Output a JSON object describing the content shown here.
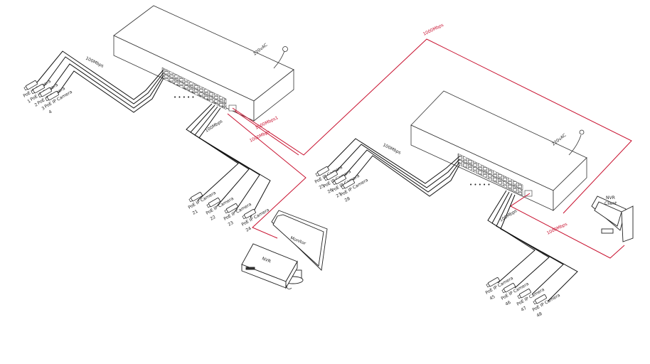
{
  "switch_left": {
    "power_label": "220vAC"
  },
  "switch_right": {
    "power_label": "220vAC"
  },
  "links": {
    "cascade_label": "1000Mbps1",
    "uplink_nvr_label": "1000Mbps",
    "uplink_top_label": "1000Mbps",
    "uplink_client_label": "1000Mbps",
    "camera_speed_a": "100Mbps",
    "camera_speed_b": "100Mbps",
    "camera_speed_c": "100Mbps",
    "camera_speed_d": "100Mbps"
  },
  "devices": {
    "monitor_label": "Monitor",
    "nvr_label": "NVR",
    "client_label_1": "NVR",
    "client_label_2": "Client"
  },
  "cameras": {
    "group1": [
      {
        "name": "PoE IP Camera",
        "num": "1"
      },
      {
        "name": "PoE IP Camera",
        "num": "2"
      },
      {
        "name": "PoE IP Camera",
        "num": "3"
      },
      {
        "name": "PoE IP Camera",
        "num": "4"
      }
    ],
    "group2": [
      {
        "name": "PoE IP Camera",
        "num": "21"
      },
      {
        "name": "PoE IP Camera",
        "num": "22"
      },
      {
        "name": "PoE IP Camera",
        "num": "23"
      },
      {
        "name": "PoE IP Camera",
        "num": "24"
      }
    ],
    "group3": [
      {
        "name": "PoE IP Camera",
        "num": "25"
      },
      {
        "name": "PoE IP Camera",
        "num": "26"
      },
      {
        "name": "PoE IP Camera",
        "num": "27"
      },
      {
        "name": "PoE IP Camera",
        "num": "28"
      }
    ],
    "group4": [
      {
        "name": "PoE IP Camera",
        "num": "45"
      },
      {
        "name": "PoE IP Camera",
        "num": "46"
      },
      {
        "name": "PoE IP Camera",
        "num": "47"
      },
      {
        "name": "PoE IP Camera",
        "num": "48"
      }
    ]
  },
  "colors": {
    "network_line": "#c8102e",
    "device_line": "#222222"
  }
}
